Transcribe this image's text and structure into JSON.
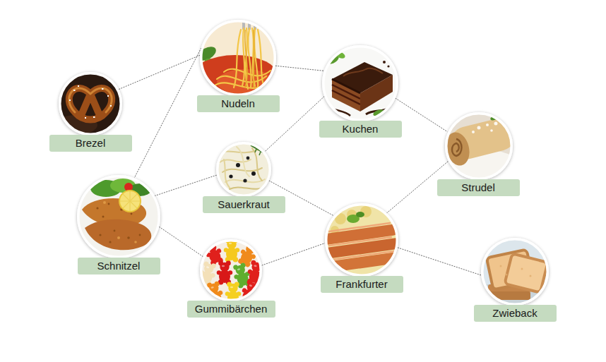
{
  "diagram": {
    "nodes": [
      {
        "text": [
          "Nudeln"
        ]
      },
      {
        "text": [
          "Kuchen"
        ]
      },
      {
        "text": [
          "Brezel"
        ]
      },
      {
        "text": [
          "Strudel"
        ]
      },
      {
        "text": [
          "Sauerkraut"
        ]
      },
      {
        "text": [
          "Schnitzel"
        ]
      },
      {
        "text": [
          "Frankfurter"
        ]
      },
      {
        "text": [
          "Gummibärchen"
        ]
      },
      {
        "text": [
          "Zwieback"
        ]
      }
    ],
    "edges": [
      {
        "from": 2,
        "to": 0,
        "arrow": "none"
      },
      {
        "from": 0,
        "to": 1,
        "arrow": "none"
      },
      {
        "from": 0,
        "to": 5,
        "arrow": "none"
      },
      {
        "from": 1,
        "to": 4,
        "arrow": "none"
      },
      {
        "from": 1,
        "to": 3,
        "arrow": "none"
      },
      {
        "from": 4,
        "to": 5,
        "arrow": "none"
      },
      {
        "from": 4,
        "to": 6,
        "arrow": "none"
      },
      {
        "from": 3,
        "to": 6,
        "arrow": "none"
      },
      {
        "from": 5,
        "to": 7,
        "arrow": "none"
      },
      {
        "from": 7,
        "to": 6,
        "arrow": "none"
      },
      {
        "from": 6,
        "to": 8,
        "arrow": "none"
      }
    ]
  }
}
